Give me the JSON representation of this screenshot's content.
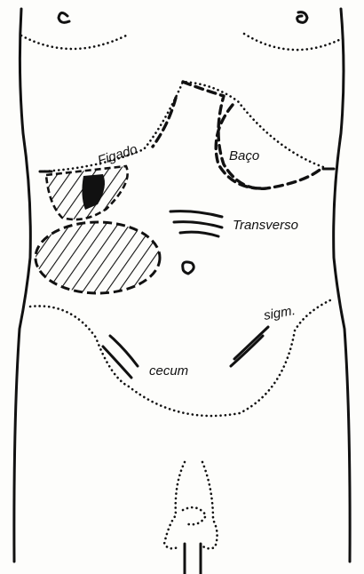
{
  "labels": {
    "figado": "Figado",
    "baco": "Baço",
    "transverso": "Transverso",
    "sigm": "sigm.",
    "cecum": "cecum"
  },
  "colors": {
    "ink": "#111111",
    "paper": "#fdfdfb"
  }
}
